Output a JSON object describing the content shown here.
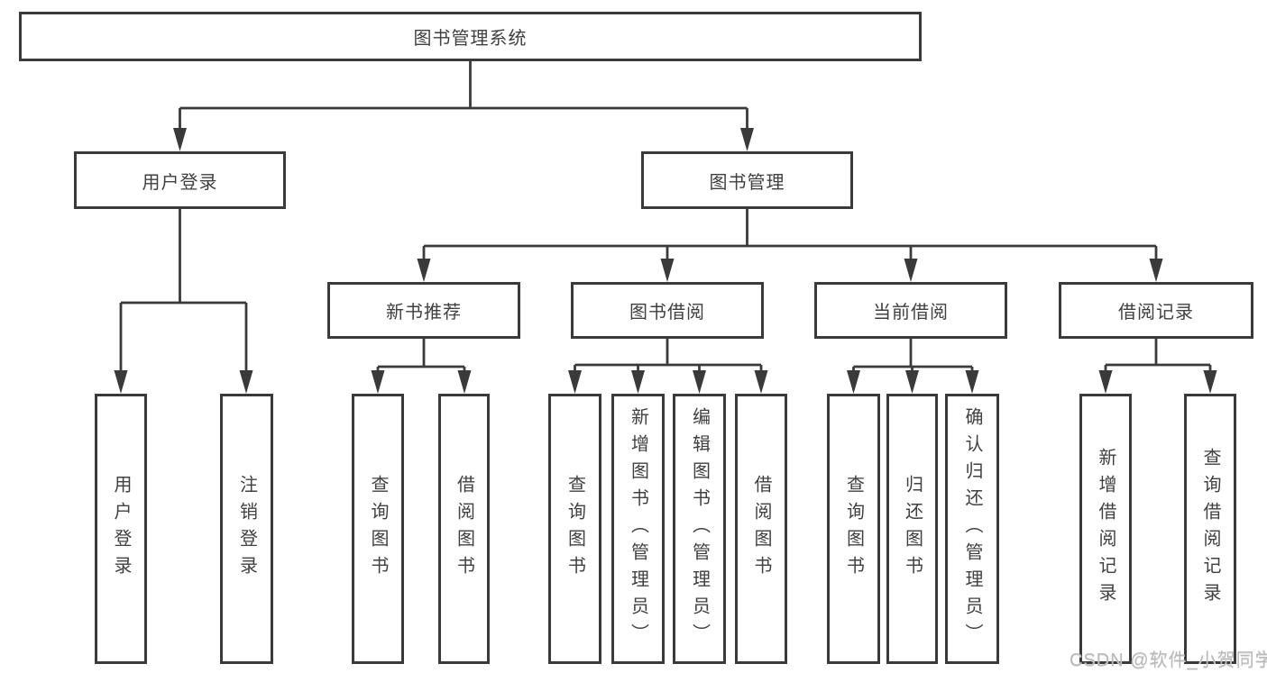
{
  "diagram": {
    "type": "tree",
    "root": {
      "label": "图书管理系统"
    },
    "level2": [
      {
        "label": "用户登录"
      },
      {
        "label": "图书管理"
      }
    ],
    "level3": [
      {
        "label": "新书推荐"
      },
      {
        "label": "图书借阅"
      },
      {
        "label": "当前借阅"
      },
      {
        "label": "借阅记录"
      }
    ],
    "leaves": {
      "user_login": [
        "用户登录",
        "注销登录"
      ],
      "new_book": [
        "查询图书",
        "借阅图书"
      ],
      "book_borrow": [
        "查询图书",
        "新增图书（管理员）",
        "编辑图书（管理员）",
        "借阅图书"
      ],
      "current_borrow": [
        "查询图书",
        "归还图书",
        "确认归还（管理员）"
      ],
      "borrow_record": [
        "新增借阅记录",
        "查询借阅记录"
      ]
    },
    "colors": {
      "line": "#3a3a3a",
      "text": "#404040",
      "box_background": "#ffffff",
      "watermark": "#b9b9b9",
      "page_background": "#ffffff"
    }
  },
  "watermark": {
    "text": "CSDN @软件_小贺同学"
  }
}
